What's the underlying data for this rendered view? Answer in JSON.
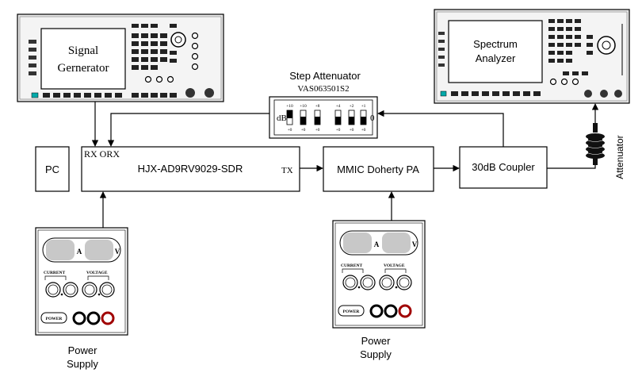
{
  "instruments": {
    "signal_generator": {
      "line1": "Signal",
      "line2": "Gernerator"
    },
    "spectrum_analyzer": {
      "line1": "Spectrum",
      "line2": "Analyzer"
    }
  },
  "step_attenuator": {
    "title": "Step Attenuator",
    "model": "VAS063501S2",
    "unit_label": "dB",
    "zero_label": "0",
    "switch_top_labels": [
      "+10",
      "+10",
      "+8",
      "+4",
      "+2",
      "+1"
    ],
    "switch_bottom_labels": [
      "+0",
      "+0",
      "+0",
      "+0",
      "+0",
      "+0"
    ]
  },
  "blocks": {
    "pc": "PC",
    "sdr_ports": "RX ORX",
    "sdr_name": "HJX-AD9RV9029-SDR",
    "sdr_tx": "TX",
    "pa": "MMIC Doherty PA",
    "coupler": "30dB Coupler",
    "attenuator": "Attenuator"
  },
  "power_supply_panel": {
    "a": "A",
    "v": "V",
    "current": "CURRENT",
    "voltage": "VOLTAGE",
    "power": "POWER"
  },
  "power_supply_1": {
    "line1": "Power",
    "line2": "Supply"
  },
  "power_supply_2": {
    "line1": "Power",
    "line2": "Supply"
  }
}
